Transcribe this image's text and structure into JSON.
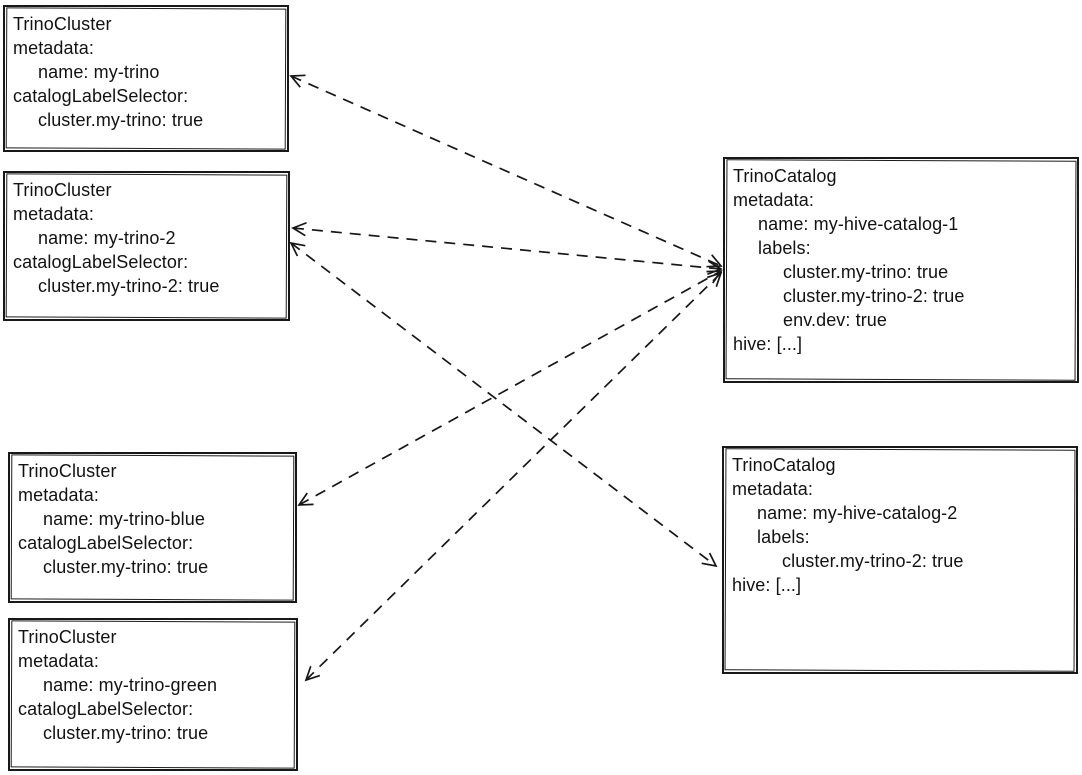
{
  "diagram": {
    "colors": {
      "stroke": "#161616",
      "background": "#ffffff",
      "text": "#121212"
    },
    "nodes": [
      {
        "kind": "TrinoCluster",
        "lines": [
          "TrinoCluster",
          "metadata:",
          "name: my-trino",
          "catalogLabelSelector:",
          "cluster.my-trino: true"
        ]
      },
      {
        "kind": "TrinoCluster",
        "lines": [
          "TrinoCluster",
          "metadata:",
          "name: my-trino-2",
          "catalogLabelSelector:",
          "cluster.my-trino-2: true"
        ]
      },
      {
        "kind": "TrinoCluster",
        "lines": [
          "TrinoCluster",
          "metadata:",
          "name: my-trino-blue",
          "catalogLabelSelector:",
          "cluster.my-trino: true"
        ]
      },
      {
        "kind": "TrinoCluster",
        "lines": [
          "TrinoCluster",
          "metadata:",
          "name: my-trino-green",
          "catalogLabelSelector:",
          "cluster.my-trino: true"
        ]
      },
      {
        "kind": "TrinoCatalog",
        "lines": [
          "TrinoCatalog",
          "metadata:",
          "name: my-hive-catalog-1",
          "labels:",
          "cluster.my-trino: true",
          "cluster.my-trino-2: true",
          "env.dev: true",
          "hive: [...]"
        ]
      },
      {
        "kind": "TrinoCatalog",
        "lines": [
          "TrinoCatalog",
          "metadata:",
          "name: my-hive-catalog-2",
          "labels:",
          "cluster.my-trino-2: true",
          "hive: [...]"
        ]
      }
    ],
    "edges": [
      {
        "from": "my-trino",
        "to": "my-hive-catalog-1",
        "style": "dashed",
        "arrows": "both"
      },
      {
        "from": "my-trino-2",
        "to": "my-hive-catalog-1",
        "style": "dashed",
        "arrows": "both"
      },
      {
        "from": "my-trino-blue",
        "to": "my-hive-catalog-1",
        "style": "dashed",
        "arrows": "both"
      },
      {
        "from": "my-trino-green",
        "to": "my-hive-catalog-1",
        "style": "dashed",
        "arrows": "both"
      },
      {
        "from": "my-trino-2",
        "to": "my-hive-catalog-2",
        "style": "dashed",
        "arrows": "both"
      }
    ]
  }
}
